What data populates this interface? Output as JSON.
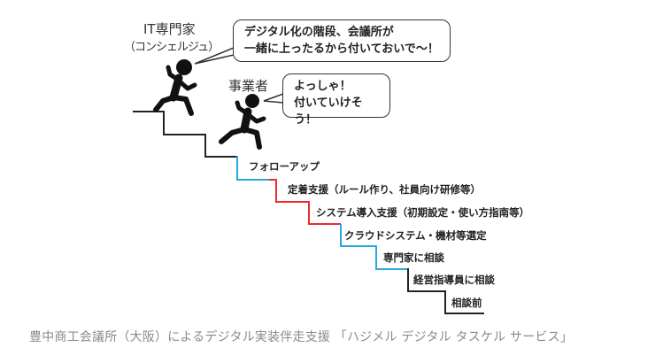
{
  "expert": {
    "title": "IT専門家",
    "subtitle": "（コンシェルジュ）",
    "speech": [
      "デジタル化の階段、会議所が",
      "一緒に上ったるから付いておいで～！"
    ]
  },
  "business": {
    "title": "事業者",
    "speech": [
      "よっしゃ！",
      "付いていけそう！"
    ]
  },
  "steps": [
    {
      "label": "フォローアップ",
      "color": "#29a8e0"
    },
    {
      "label": "定着支援（ルール作り、社員向け研修等）",
      "color": "#ee2b2b"
    },
    {
      "label": "システム導入支援（初期設定・使い方指南等）",
      "color": "#ee2b2b"
    },
    {
      "label": "クラウドシステム・機材等選定",
      "color": "#29a8e0"
    },
    {
      "label": "専門家に相談",
      "color": "#29a8e0"
    },
    {
      "label": "経営指導員に相談",
      "color": "#222222"
    },
    {
      "label": "相談前",
      "color": "#222222"
    }
  ],
  "caption": "豊中商工会議所（大阪）によるデジタル実装伴走支援 「ハジメル デジタル タスケル サービス」"
}
